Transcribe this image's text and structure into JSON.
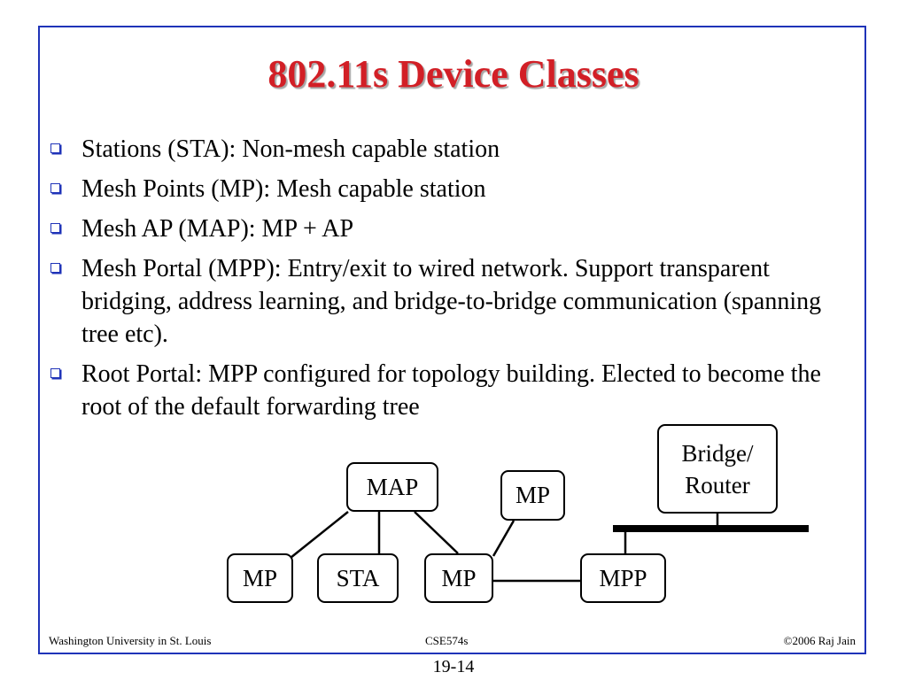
{
  "slide": {
    "title": "802.11s Device Classes",
    "bullets": [
      "Stations (STA): Non-mesh capable station",
      "Mesh Points (MP): Mesh capable station",
      "Mesh AP (MAP): MP + AP",
      "Mesh Portal (MPP):  Entry/exit to wired network. Support transparent bridging, address learning, and bridge-to-bridge communication (spanning tree etc).",
      "Root Portal: MPP configured for topology building. Elected to become the root of the default forwarding tree"
    ]
  },
  "diagram": {
    "nodes": {
      "map": "MAP",
      "mp_top": "MP",
      "bridge_line1": "Bridge/",
      "bridge_line2": "Router",
      "mp_left": "MP",
      "sta": "STA",
      "mp_center": "MP",
      "mpp": "MPP"
    }
  },
  "footer": {
    "left": "Washington University in St. Louis",
    "center": "CSE574s",
    "right": "©2006 Raj Jain",
    "page_number": "19-14"
  },
  "colors": {
    "title": "#d21f26",
    "frame": "#1f33b8",
    "bullet": "#1f33b8"
  }
}
